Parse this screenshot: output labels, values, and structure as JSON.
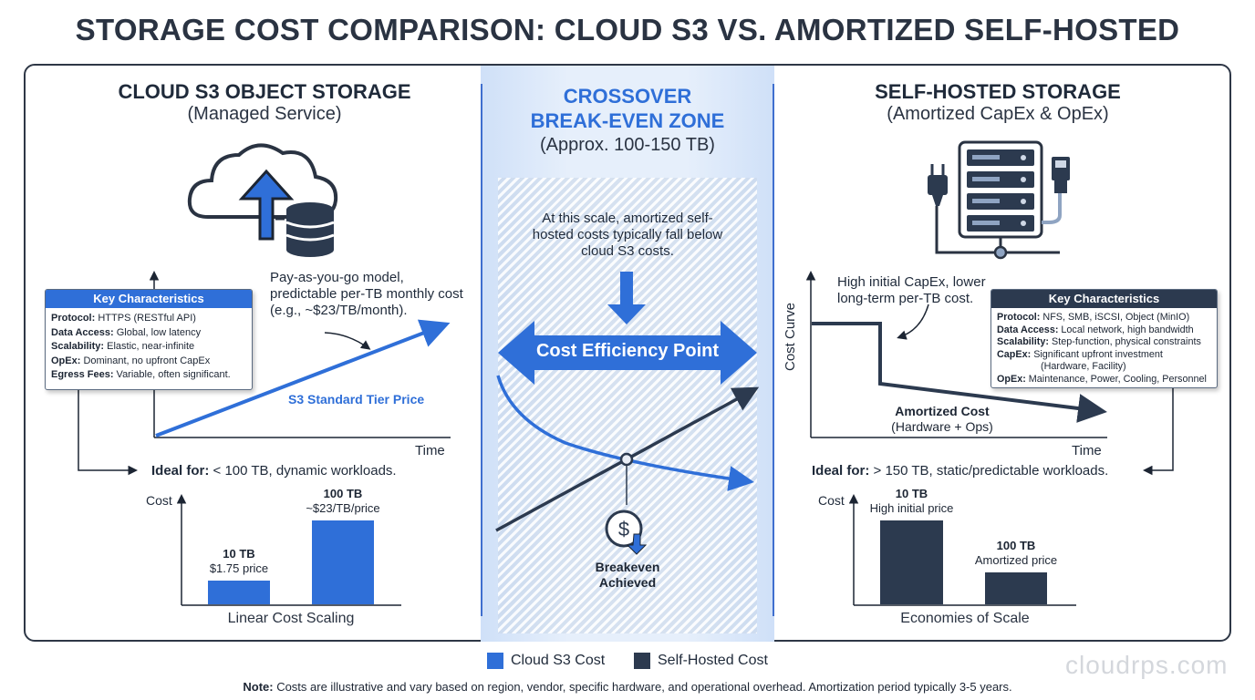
{
  "title": "STORAGE COST COMPARISON: CLOUD S3 VS. AMORTIZED SELF-HOSTED",
  "colors": {
    "cloud": "#2f6fd8",
    "self": "#2c3a4f",
    "zone_edge": "#3f6fcf"
  },
  "left": {
    "heading": "CLOUD S3 OBJECT STORAGE",
    "subheading": "(Managed Service)",
    "icon": "cloud-upload-database-icon",
    "card": {
      "title": "Key Characteristics",
      "rows": [
        {
          "k": "Protocol:",
          "v": "HTTPS (RESTful API)"
        },
        {
          "k": "Data Access:",
          "v": "Global, low latency"
        },
        {
          "k": "Scalability:",
          "v": "Elastic, near-infinite"
        },
        {
          "k": "OpEx:",
          "v": "Dominant, no upfront CapEx"
        },
        {
          "k": "Egress Fees:",
          "v": "Variable, often significant."
        }
      ]
    },
    "annotation": "Pay-as-you-go model, predictable per-TB monthly cost (e.g., ~$23/TB/month).",
    "line_label": "S3 Standard Tier Price",
    "x_label": "Time",
    "ideal_k": "Ideal for:",
    "ideal_v": " < 100 TB, dynamic workloads.",
    "bar_chart": {
      "y_label": "Cost",
      "caption": "Linear Cost Scaling",
      "bars": [
        {
          "title": "10 TB",
          "label": "$1.75 price",
          "rel": 0.28
        },
        {
          "title": "100 TB",
          "label": "~$23/TB/price",
          "rel": 1.0
        }
      ]
    }
  },
  "center": {
    "heading1": "CROSSOVER",
    "heading2": "BREAK-EVEN ZONE",
    "subheading": "(Approx. 100-150 TB)",
    "note": "At this scale, amortized self-hosted costs typically fall below cloud S3 costs.",
    "arrow_label": "Cost Efficiency Point",
    "breakeven": "Breakeven Achieved",
    "icon": "dollar-down-icon"
  },
  "right": {
    "heading": "SELF-HOSTED STORAGE",
    "subheading": "(Amortized CapEx & OpEx)",
    "icon": "server-rack-icon",
    "card": {
      "title": "Key Characteristics",
      "rows": [
        {
          "k": "Protocol:",
          "v": "NFS, SMB, iSCSI, Object (MinIO)"
        },
        {
          "k": "Data Access:",
          "v": "Local network, high bandwidth"
        },
        {
          "k": "Scalability:",
          "v": "Step-function, physical constraints"
        },
        {
          "k": "CapEx:",
          "v": "Significant upfront investment"
        },
        {
          "k": "",
          "v": "(Hardware, Facility)"
        },
        {
          "k": "OpEx:",
          "v": "Maintenance, Power, Cooling, Personnel"
        }
      ]
    },
    "annotation": "High initial CapEx, lower long-term per-TB cost.",
    "y_label": "Cost Curve",
    "x_label": "Time",
    "amort_title": "Amortized Cost",
    "amort_sub": "(Hardware + Ops)",
    "ideal_k": "Ideal for:",
    "ideal_v": " > 150 TB, static/predictable workloads.",
    "bar_chart": {
      "y_label": "Cost",
      "caption": "Economies of Scale",
      "bars": [
        {
          "title": "10 TB",
          "label": "High initial price",
          "rel": 1.0
        },
        {
          "title": "100 TB",
          "label": "Amortized price",
          "rel": 0.38
        }
      ]
    }
  },
  "legend": [
    {
      "label": "Cloud S3 Cost",
      "color": "#2f6fd8"
    },
    {
      "label": "Self-Hosted Cost",
      "color": "#2c3a4f"
    }
  ],
  "note_k": "Note:",
  "note_v": " Costs are illustrative and vary based on region, vendor, specific hardware, and operational overhead. Amortization period typically 3-5 years.",
  "watermark": "cloudrps.com"
}
